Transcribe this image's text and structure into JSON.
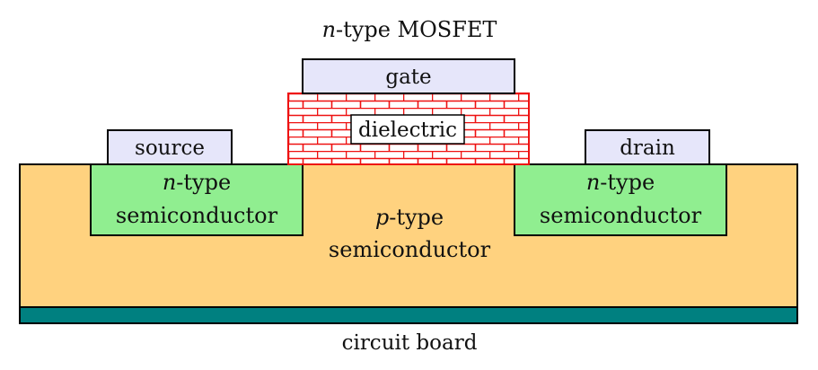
{
  "title": {
    "var": "n",
    "rest": "-type MOSFET"
  },
  "gate": {
    "label": "gate"
  },
  "dielectric": {
    "label": "dielectric"
  },
  "source": {
    "label": "source"
  },
  "drain": {
    "label": "drain"
  },
  "source_region": {
    "var": "n",
    "rest": "-type",
    "line2": "semiconductor"
  },
  "drain_region": {
    "var": "n",
    "rest": "-type",
    "line2": "semiconductor"
  },
  "substrate": {
    "var": "p",
    "rest": "-type",
    "line2": "semiconductor"
  },
  "board": {
    "label": "circuit board"
  },
  "colors": {
    "contact": "#e6e6fa",
    "n_region": "#90ee90",
    "p_region": "#ffd27f",
    "board": "#008080",
    "brick": "#ee1111",
    "outline": "#000000"
  }
}
